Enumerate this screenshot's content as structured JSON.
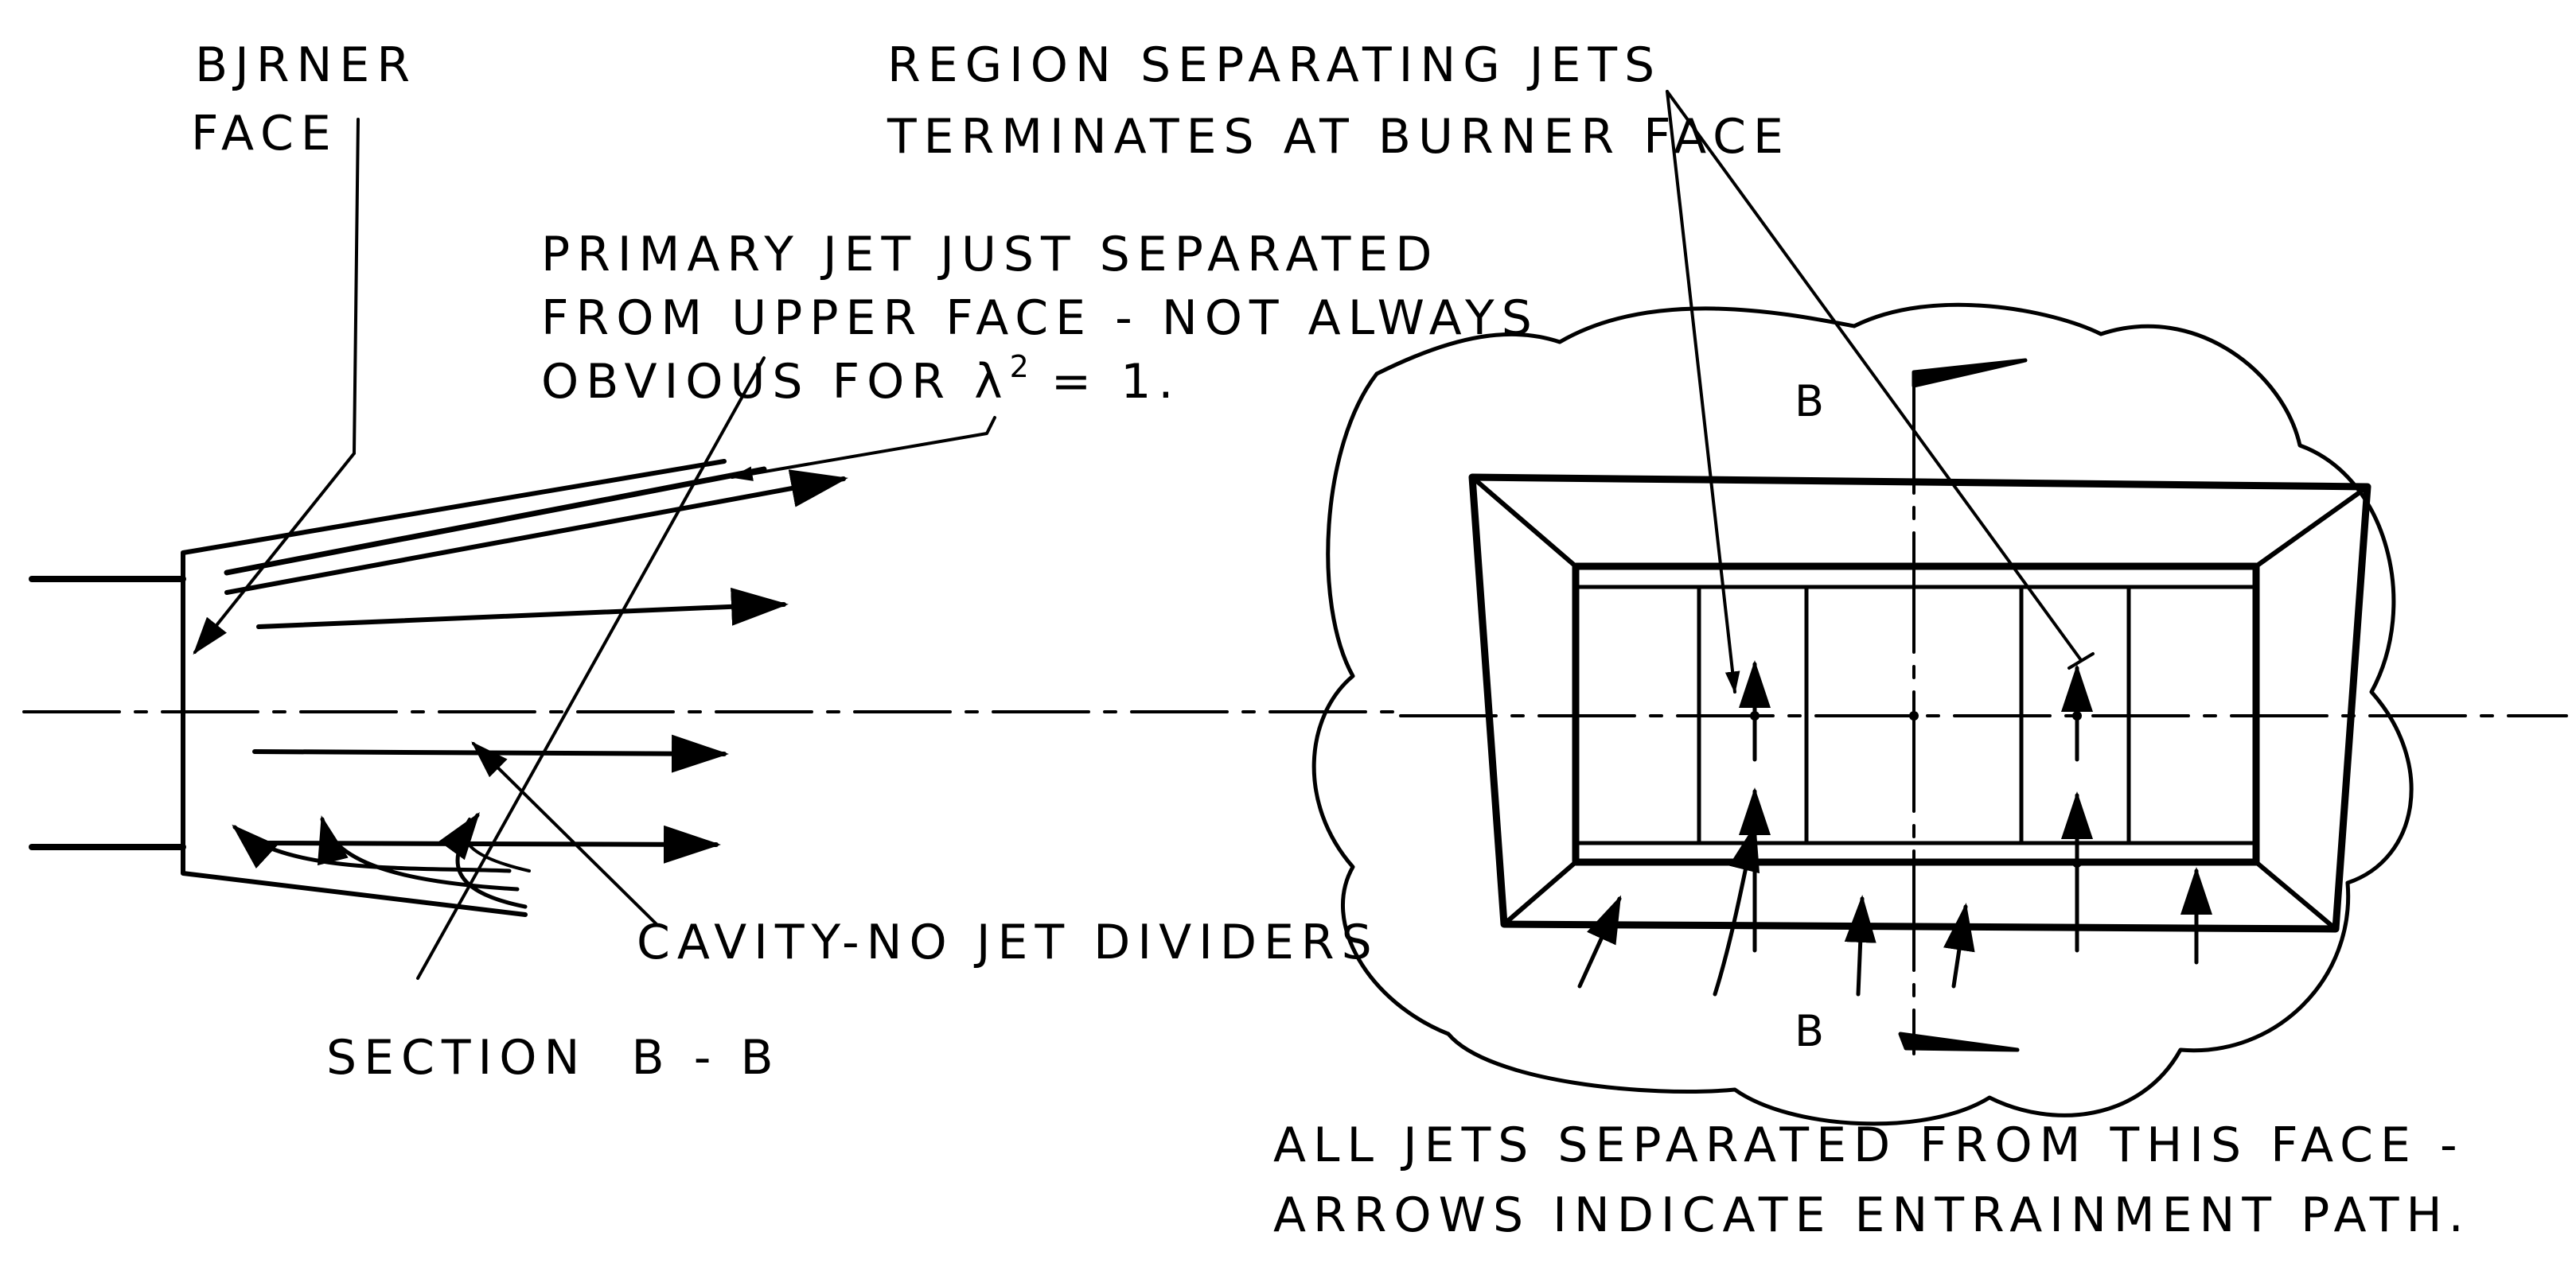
{
  "labels": {
    "burner_face": [
      "BJRNER",
      "FACE"
    ],
    "region_separating": [
      "REGION SEPARATING JETS",
      "TERMINATES AT BURNER FACE"
    ],
    "primary_jet": [
      "PRIMARY JET JUST SEPARATED",
      "FROM UPPER FACE - NOT ALWAYS"
    ],
    "obvious": {
      "prefix": "OBVIOUS FOR λ",
      "sup": "2",
      "suffix": " = 1."
    },
    "cavity": "CAVITY-NO JET DIVIDERS",
    "section": "SECTION  B - B",
    "section_marker_top": "B",
    "section_marker_bottom": "B",
    "all_jets": [
      "ALL JETS SEPARATED FROM THIS FACE -",
      "ARROWS INDICATE ENTRAINMENT PATH."
    ]
  },
  "colors": {
    "ink": "#000000",
    "paper": "#ffffff"
  }
}
